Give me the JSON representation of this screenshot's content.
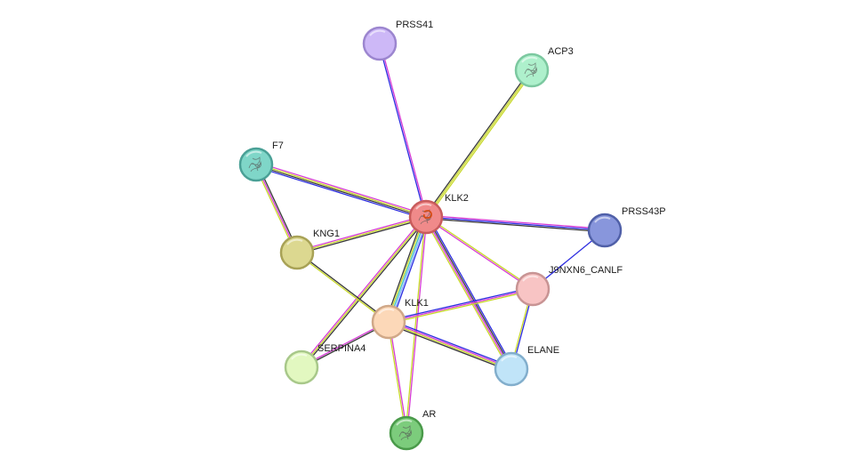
{
  "colors": {
    "evidence": [
      "#2d2de0",
      "#d63cd6",
      "#3a3a3a",
      "#c8d82a",
      "#42c6c0",
      "#8bb0ff"
    ]
  },
  "nodes": [
    {
      "id": "KLK2",
      "label": "KLK2",
      "fill": "#f08a8a",
      "stroke": "#c85c5c",
      "structure": true,
      "query": true
    },
    {
      "id": "PRSS41",
      "label": "PRSS41",
      "fill": "#cdb8f7",
      "stroke": "#9c86cf",
      "structure": false
    },
    {
      "id": "ACP3",
      "label": "ACP3",
      "fill": "#aef0cc",
      "stroke": "#7cc8a0",
      "structure": true
    },
    {
      "id": "F7",
      "label": "F7",
      "fill": "#7fd6c8",
      "stroke": "#4aa096",
      "structure": true
    },
    {
      "id": "PRSS43P",
      "label": "PRSS43P",
      "fill": "#8896dc",
      "stroke": "#5060a8",
      "structure": false
    },
    {
      "id": "KNG1",
      "label": "KNG1",
      "fill": "#dcd890",
      "stroke": "#a8a256",
      "structure": false
    },
    {
      "id": "J9NXN6_CANLF",
      "label": "J9NXN6_CANLF",
      "fill": "#f8c4c4",
      "stroke": "#c89494",
      "structure": false
    },
    {
      "id": "KLK1",
      "label": "KLK1",
      "fill": "#fcd8b8",
      "stroke": "#d0a888",
      "structure": false
    },
    {
      "id": "SERPINA4",
      "label": "SERPINA4",
      "fill": "#e2f8c0",
      "stroke": "#a8c88a",
      "structure": false
    },
    {
      "id": "ELANE",
      "label": "ELANE",
      "fill": "#c0e4f8",
      "stroke": "#82aecc",
      "structure": false
    },
    {
      "id": "AR",
      "label": "AR",
      "fill": "#7ccc7c",
      "stroke": "#4a9a4a",
      "structure": true
    }
  ],
  "edges": [
    {
      "source": "KLK2",
      "target": "PRSS41",
      "evidence": [
        0,
        1
      ]
    },
    {
      "source": "KLK2",
      "target": "ACP3",
      "evidence": [
        2,
        3,
        3
      ]
    },
    {
      "source": "KLK2",
      "target": "F7",
      "evidence": [
        0,
        2,
        3,
        1
      ]
    },
    {
      "source": "KLK2",
      "target": "PRSS43P",
      "evidence": [
        1,
        0,
        2
      ]
    },
    {
      "source": "KLK2",
      "target": "KNG1",
      "evidence": [
        2,
        3,
        1
      ]
    },
    {
      "source": "KLK2",
      "target": "J9NXN6_CANLF",
      "evidence": [
        3,
        1
      ]
    },
    {
      "source": "KLK2",
      "target": "KLK1",
      "evidence": [
        0,
        5,
        4,
        3,
        2
      ]
    },
    {
      "source": "KLK2",
      "target": "SERPINA4",
      "evidence": [
        2,
        3,
        1
      ]
    },
    {
      "source": "KLK2",
      "target": "ELANE",
      "evidence": [
        0,
        2,
        1,
        3
      ]
    },
    {
      "source": "KLK2",
      "target": "AR",
      "evidence": [
        1,
        3
      ]
    },
    {
      "source": "F7",
      "target": "KNG1",
      "evidence": [
        2,
        1,
        3
      ]
    },
    {
      "source": "KNG1",
      "target": "KLK1",
      "evidence": [
        2,
        3
      ]
    },
    {
      "source": "KLK1",
      "target": "J9NXN6_CANLF",
      "evidence": [
        0,
        1,
        3
      ]
    },
    {
      "source": "KLK1",
      "target": "ELANE",
      "evidence": [
        0,
        1,
        3,
        2
      ]
    },
    {
      "source": "KLK1",
      "target": "SERPINA4",
      "evidence": [
        2,
        1
      ]
    },
    {
      "source": "KLK1",
      "target": "AR",
      "evidence": [
        1,
        3
      ]
    },
    {
      "source": "J9NXN6_CANLF",
      "target": "ELANE",
      "evidence": [
        0,
        3
      ]
    },
    {
      "source": "J9NXN6_CANLF",
      "target": "PRSS43P",
      "evidence": [
        0
      ]
    }
  ]
}
